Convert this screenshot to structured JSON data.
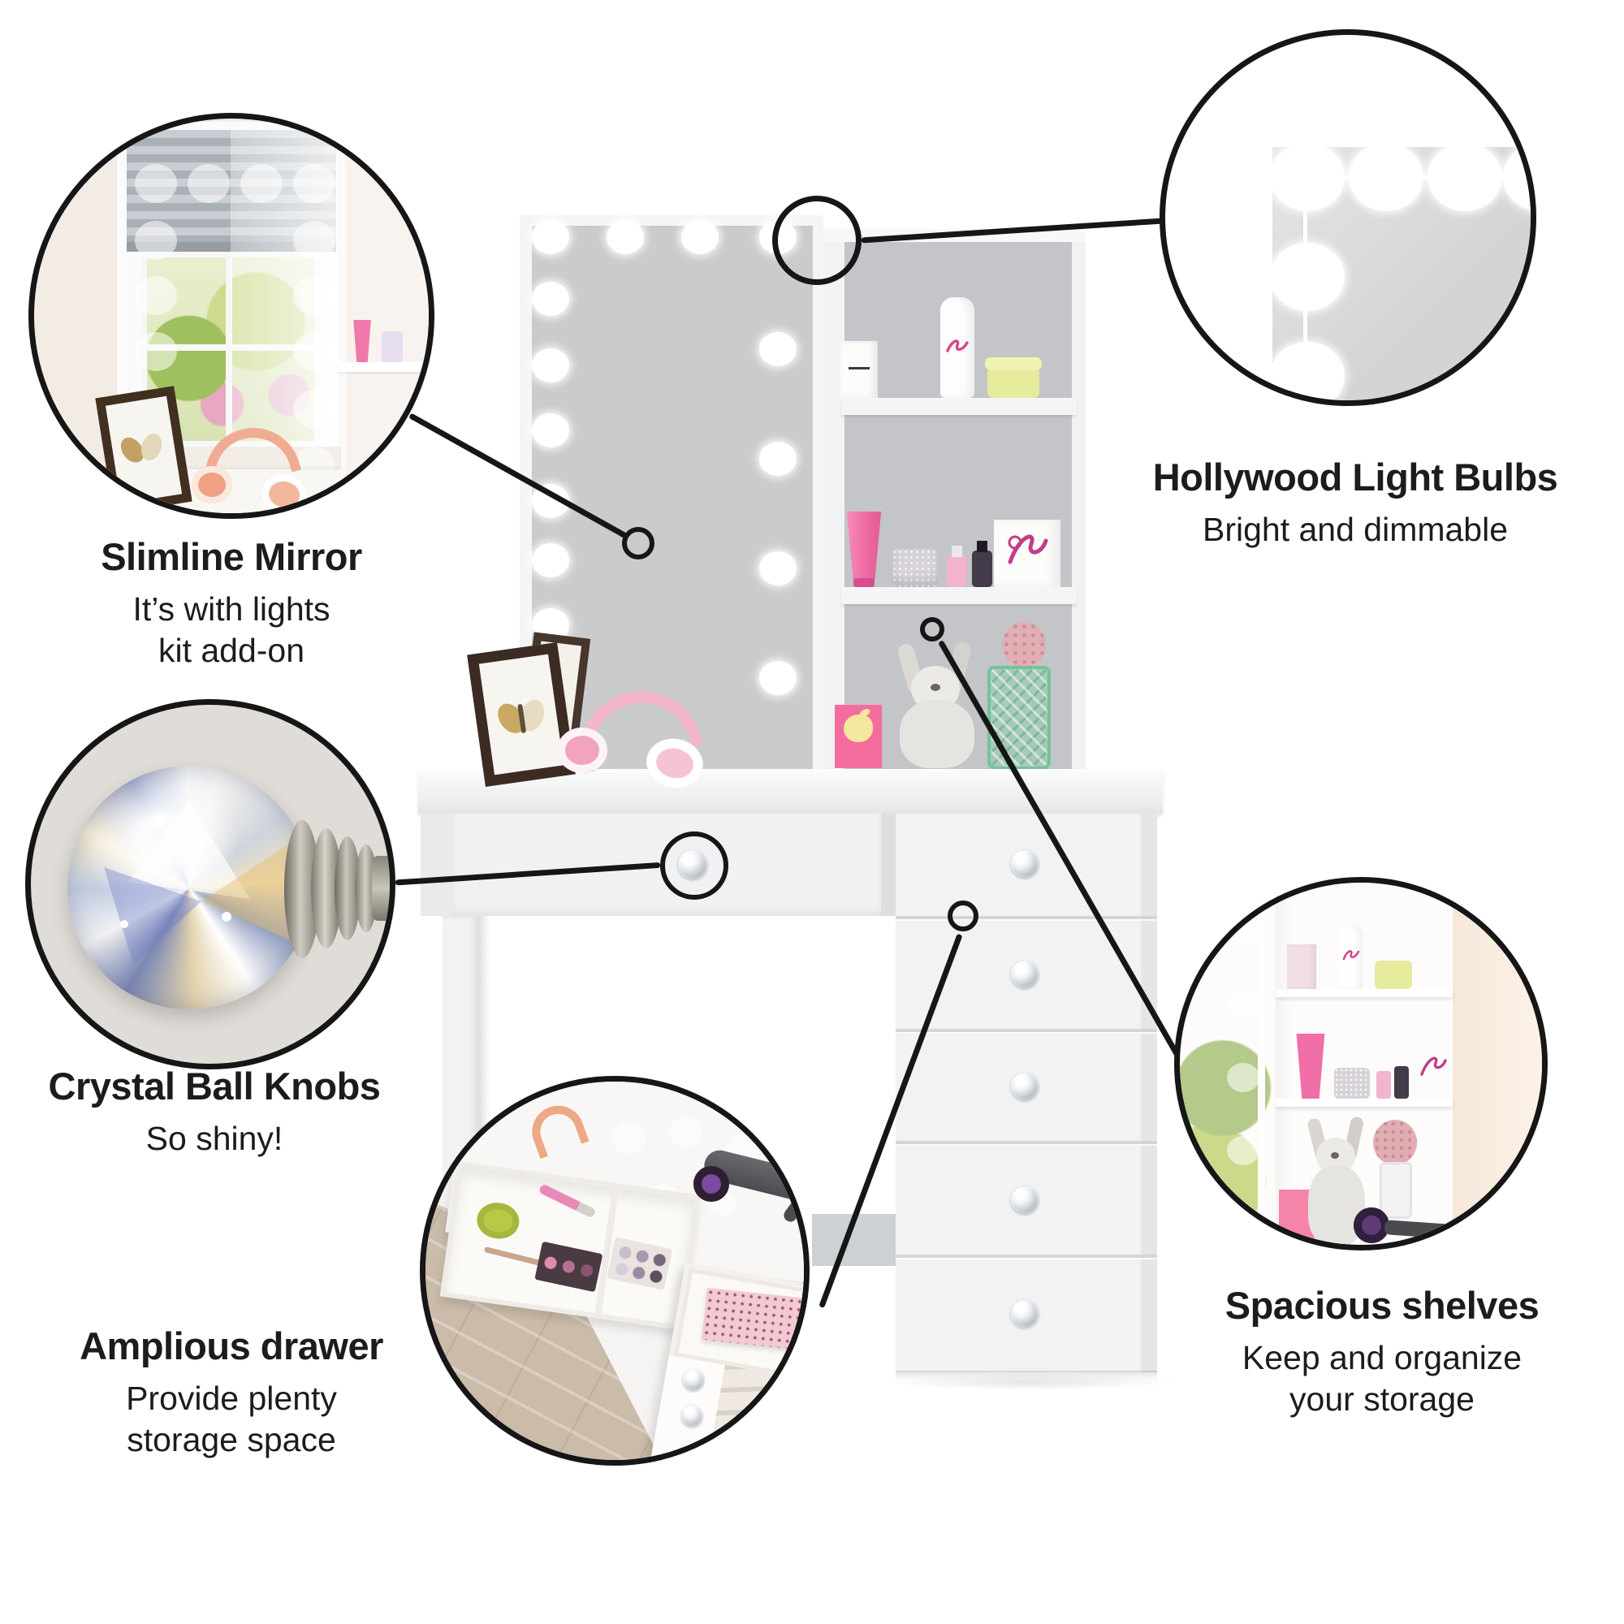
{
  "callouts": {
    "slimline_mirror": {
      "title": "Slimline Mirror",
      "line1": "It’s with lights",
      "line2": "kit add-on"
    },
    "hollywood_light_bulbs": {
      "title": "Hollywood Light Bulbs",
      "line1": "Bright and dimmable",
      "line2": ""
    },
    "crystal_ball_knobs": {
      "title": "Crystal Ball Knobs",
      "line1": "So shiny!",
      "line2": ""
    },
    "amplious_drawer": {
      "title": "Amplious drawer",
      "line1": "Provide plenty",
      "line2": "storage space"
    },
    "spacious_shelves": {
      "title": "Spacious shelves",
      "line1": "Keep and organize",
      "line2": "your storage"
    }
  },
  "product_figure": {
    "mirror_light_bulbs_visible": 16,
    "open_shelves": 3,
    "side_drawers": 5,
    "wide_drawers": 1,
    "knob_style": "crystal-ball"
  },
  "colors": {
    "ink": "#161616",
    "text": "#1c1c1c",
    "mirror-gray": "#c9cbcd",
    "shelf-back-gray": "#c3c5c8",
    "furniture-white": "#f1f2f3",
    "furniture-shade": "#e2e4e5",
    "accent-pink": "#f06fa8",
    "soft-pink": "#f3b2c8",
    "wood-floor": "#cbbba9",
    "warm-wall": "#f6e8d9",
    "leaf-green": "#9fc05e",
    "lime-jar": "#e6eb9e"
  }
}
